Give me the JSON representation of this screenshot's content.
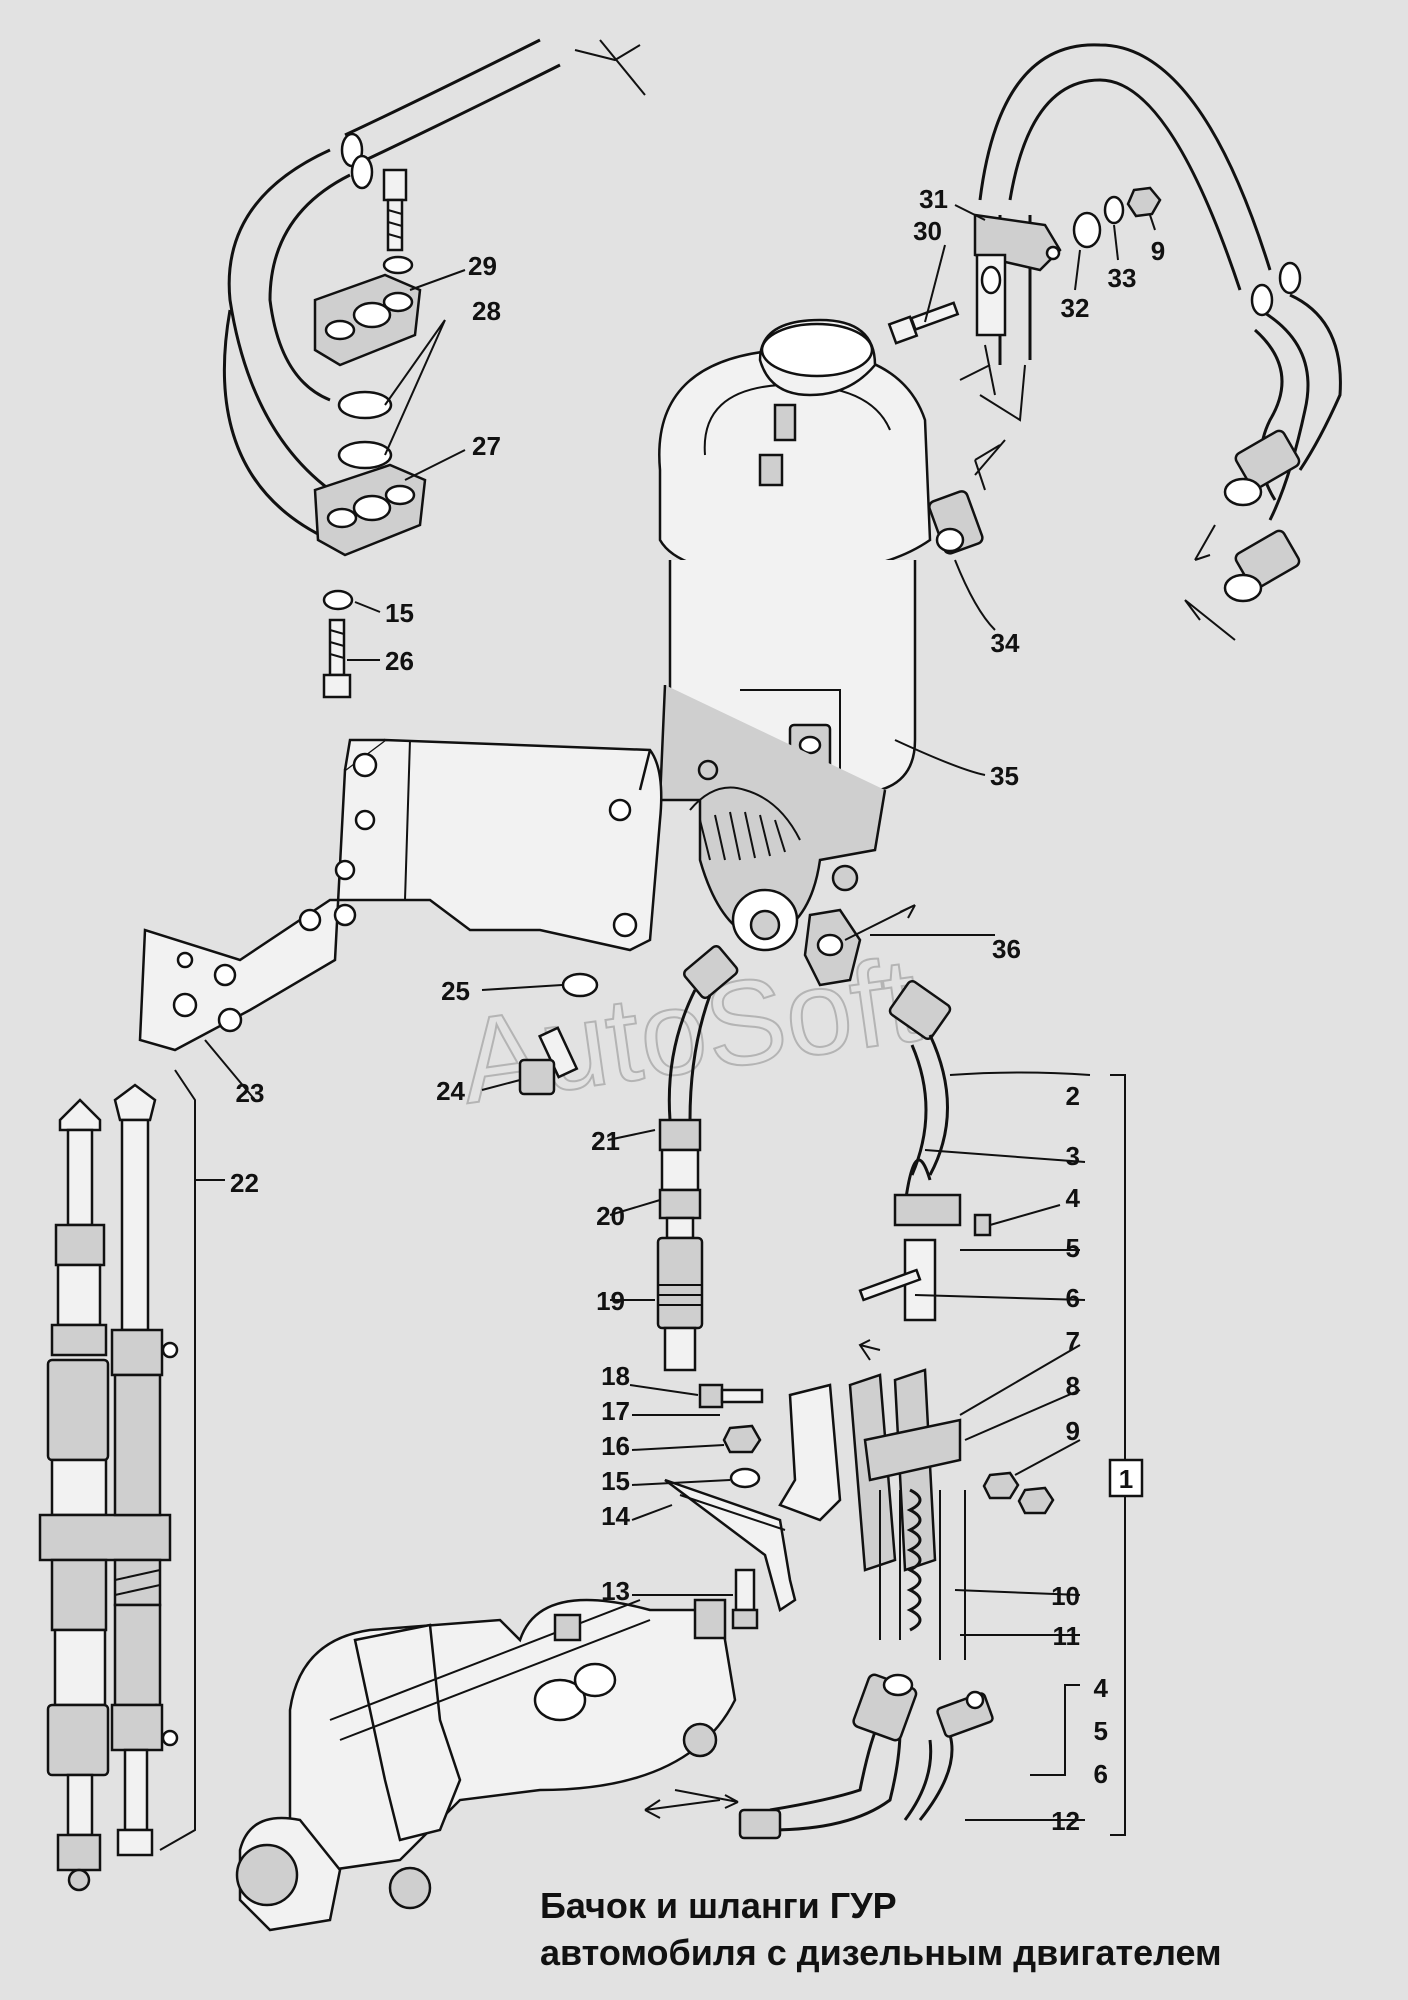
{
  "title": {
    "line1": "Бачок и шланги ГУР",
    "line2": "автомобиля с дизельным двигателем"
  },
  "watermark": "AutoSoft",
  "group_box_label": "1",
  "callouts": [
    "2",
    "3",
    "4",
    "5",
    "6",
    "7",
    "8",
    "9",
    "10",
    "11",
    "12",
    "13",
    "14",
    "15",
    "16",
    "17",
    "18",
    "19",
    "20",
    "21",
    "22",
    "23",
    "24",
    "25",
    "26",
    "27",
    "28",
    "29",
    "30",
    "31",
    "32",
    "33",
    "34",
    "35",
    "36",
    "15",
    "9",
    "4",
    "5",
    "6"
  ],
  "colors": {
    "background": "#e2e2e2",
    "line": "#111111",
    "watermark": "#b4b4b4"
  }
}
